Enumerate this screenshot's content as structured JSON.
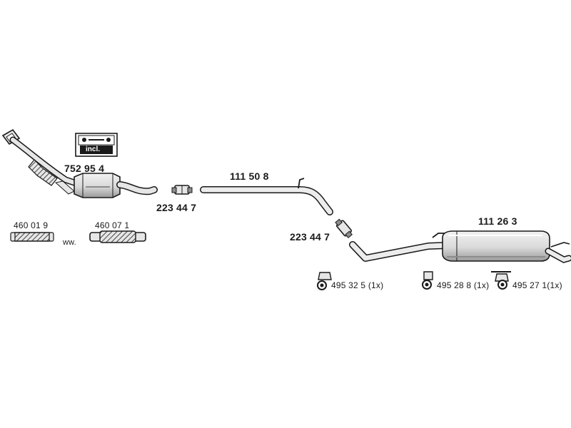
{
  "parts": {
    "catalytic_converter": "752 95 4",
    "kit_badge": "incl.",
    "clamp_front": "223 44 7",
    "middle_pipe": "111 50 8",
    "clamp_rear": "223 44 7",
    "rear_silencer": "111 26 3",
    "flex_pipe_a": "460 01 9",
    "flex_pipe_b": "460 07 1",
    "alternative": "ww.",
    "mount_a": "495 32 5 (1x)",
    "mount_b": "495 28 8 (1x)",
    "mount_c": "495 27 1(1x)"
  },
  "colors": {
    "line": "#1a1a1a",
    "part_fill": "#e6e6e6",
    "shade": "#8c8c8c"
  }
}
